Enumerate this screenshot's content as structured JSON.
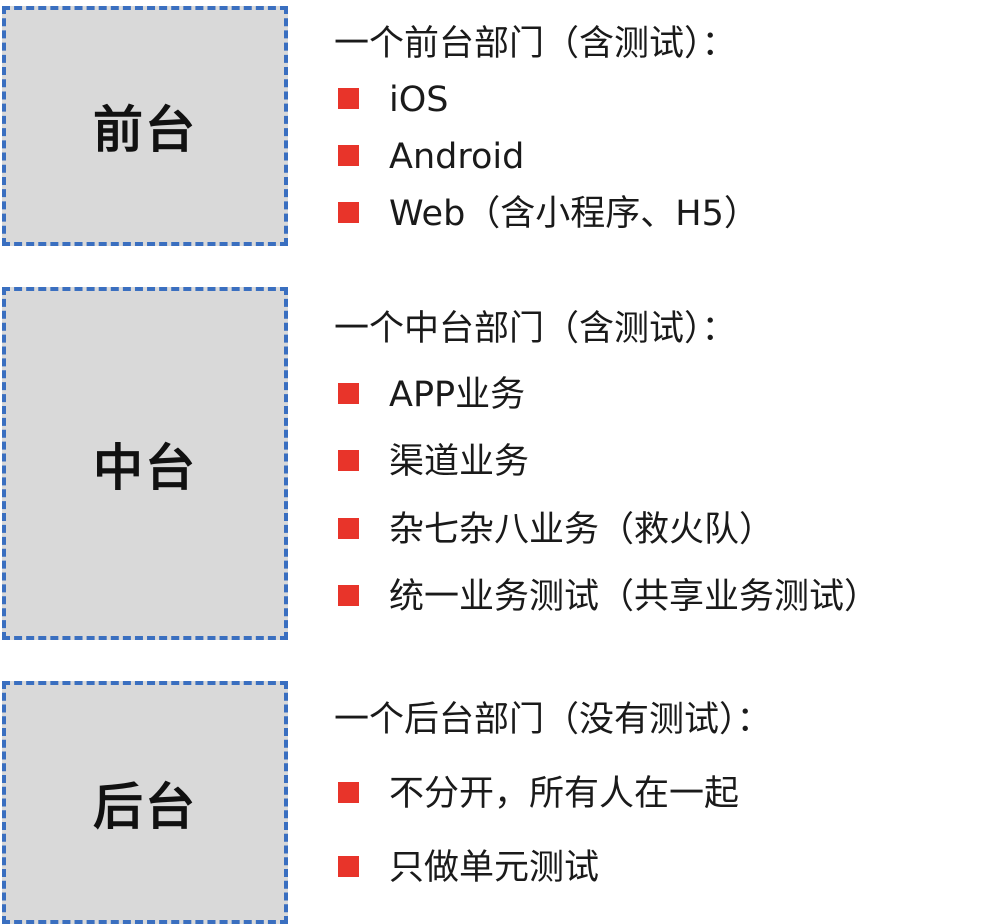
{
  "front": {
    "box_label": "前台",
    "heading": "一个前台部门（含测试）：",
    "items": [
      "iOS",
      "Android",
      "Web（含小程序、H5）"
    ]
  },
  "middle": {
    "box_label": "中台",
    "heading": "一个中台部门（含测试）：",
    "items": [
      "APP业务",
      "渠道业务",
      "杂七杂八业务（救火队）",
      "统一业务测试（共享业务测试）"
    ]
  },
  "back": {
    "box_label": "后台",
    "heading": "一个后台部门（没有测试）：",
    "items": [
      "不分开，所有人在一起",
      "只做单元测试"
    ]
  },
  "colors": {
    "box_fill": "#d9d9d9",
    "box_border": "#3a6fc0",
    "bullet": "#e8342a"
  }
}
